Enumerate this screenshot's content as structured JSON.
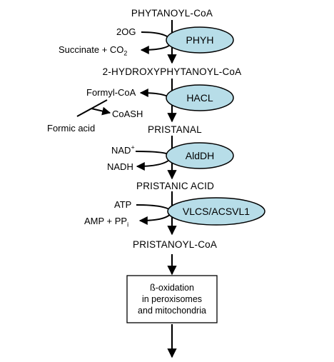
{
  "metabolites": {
    "phytanoyl_coa": "PHYTANOYL-CoA",
    "hydroxyphytanoyl_coa": "2-HYDROXYPHYTANOYL-CoA",
    "pristanal": "PRISTANAL",
    "pristanic_acid": "PRISTANIC ACID",
    "pristanoyl_coa": "PRISTANOYL-CoA"
  },
  "enzymes": {
    "phyh": "PHYH",
    "hacl": "HACL",
    "aldh": "AldDH",
    "vlcs": "VLCS/ACSVL1"
  },
  "cofactors": {
    "step1_in": "2OG",
    "step1_out_main": "Succinate + CO",
    "step1_out_sub": "2",
    "step2_out": "Formyl-CoA",
    "step2_coash": "CoASH",
    "step2_formic": "Formic acid",
    "step3_in_main": "NAD",
    "step3_in_sup": "+",
    "step3_out": "NADH",
    "step4_in": "ATP",
    "step4_out_main": "AMP + PP",
    "step4_out_sub": "i"
  },
  "final_box": {
    "line1": "ß-oxidation",
    "line2": "in peroxisomes",
    "line3": "and mitochondria"
  },
  "colors": {
    "enzyme_fill": "#b7dde8",
    "stroke": "#000000"
  }
}
